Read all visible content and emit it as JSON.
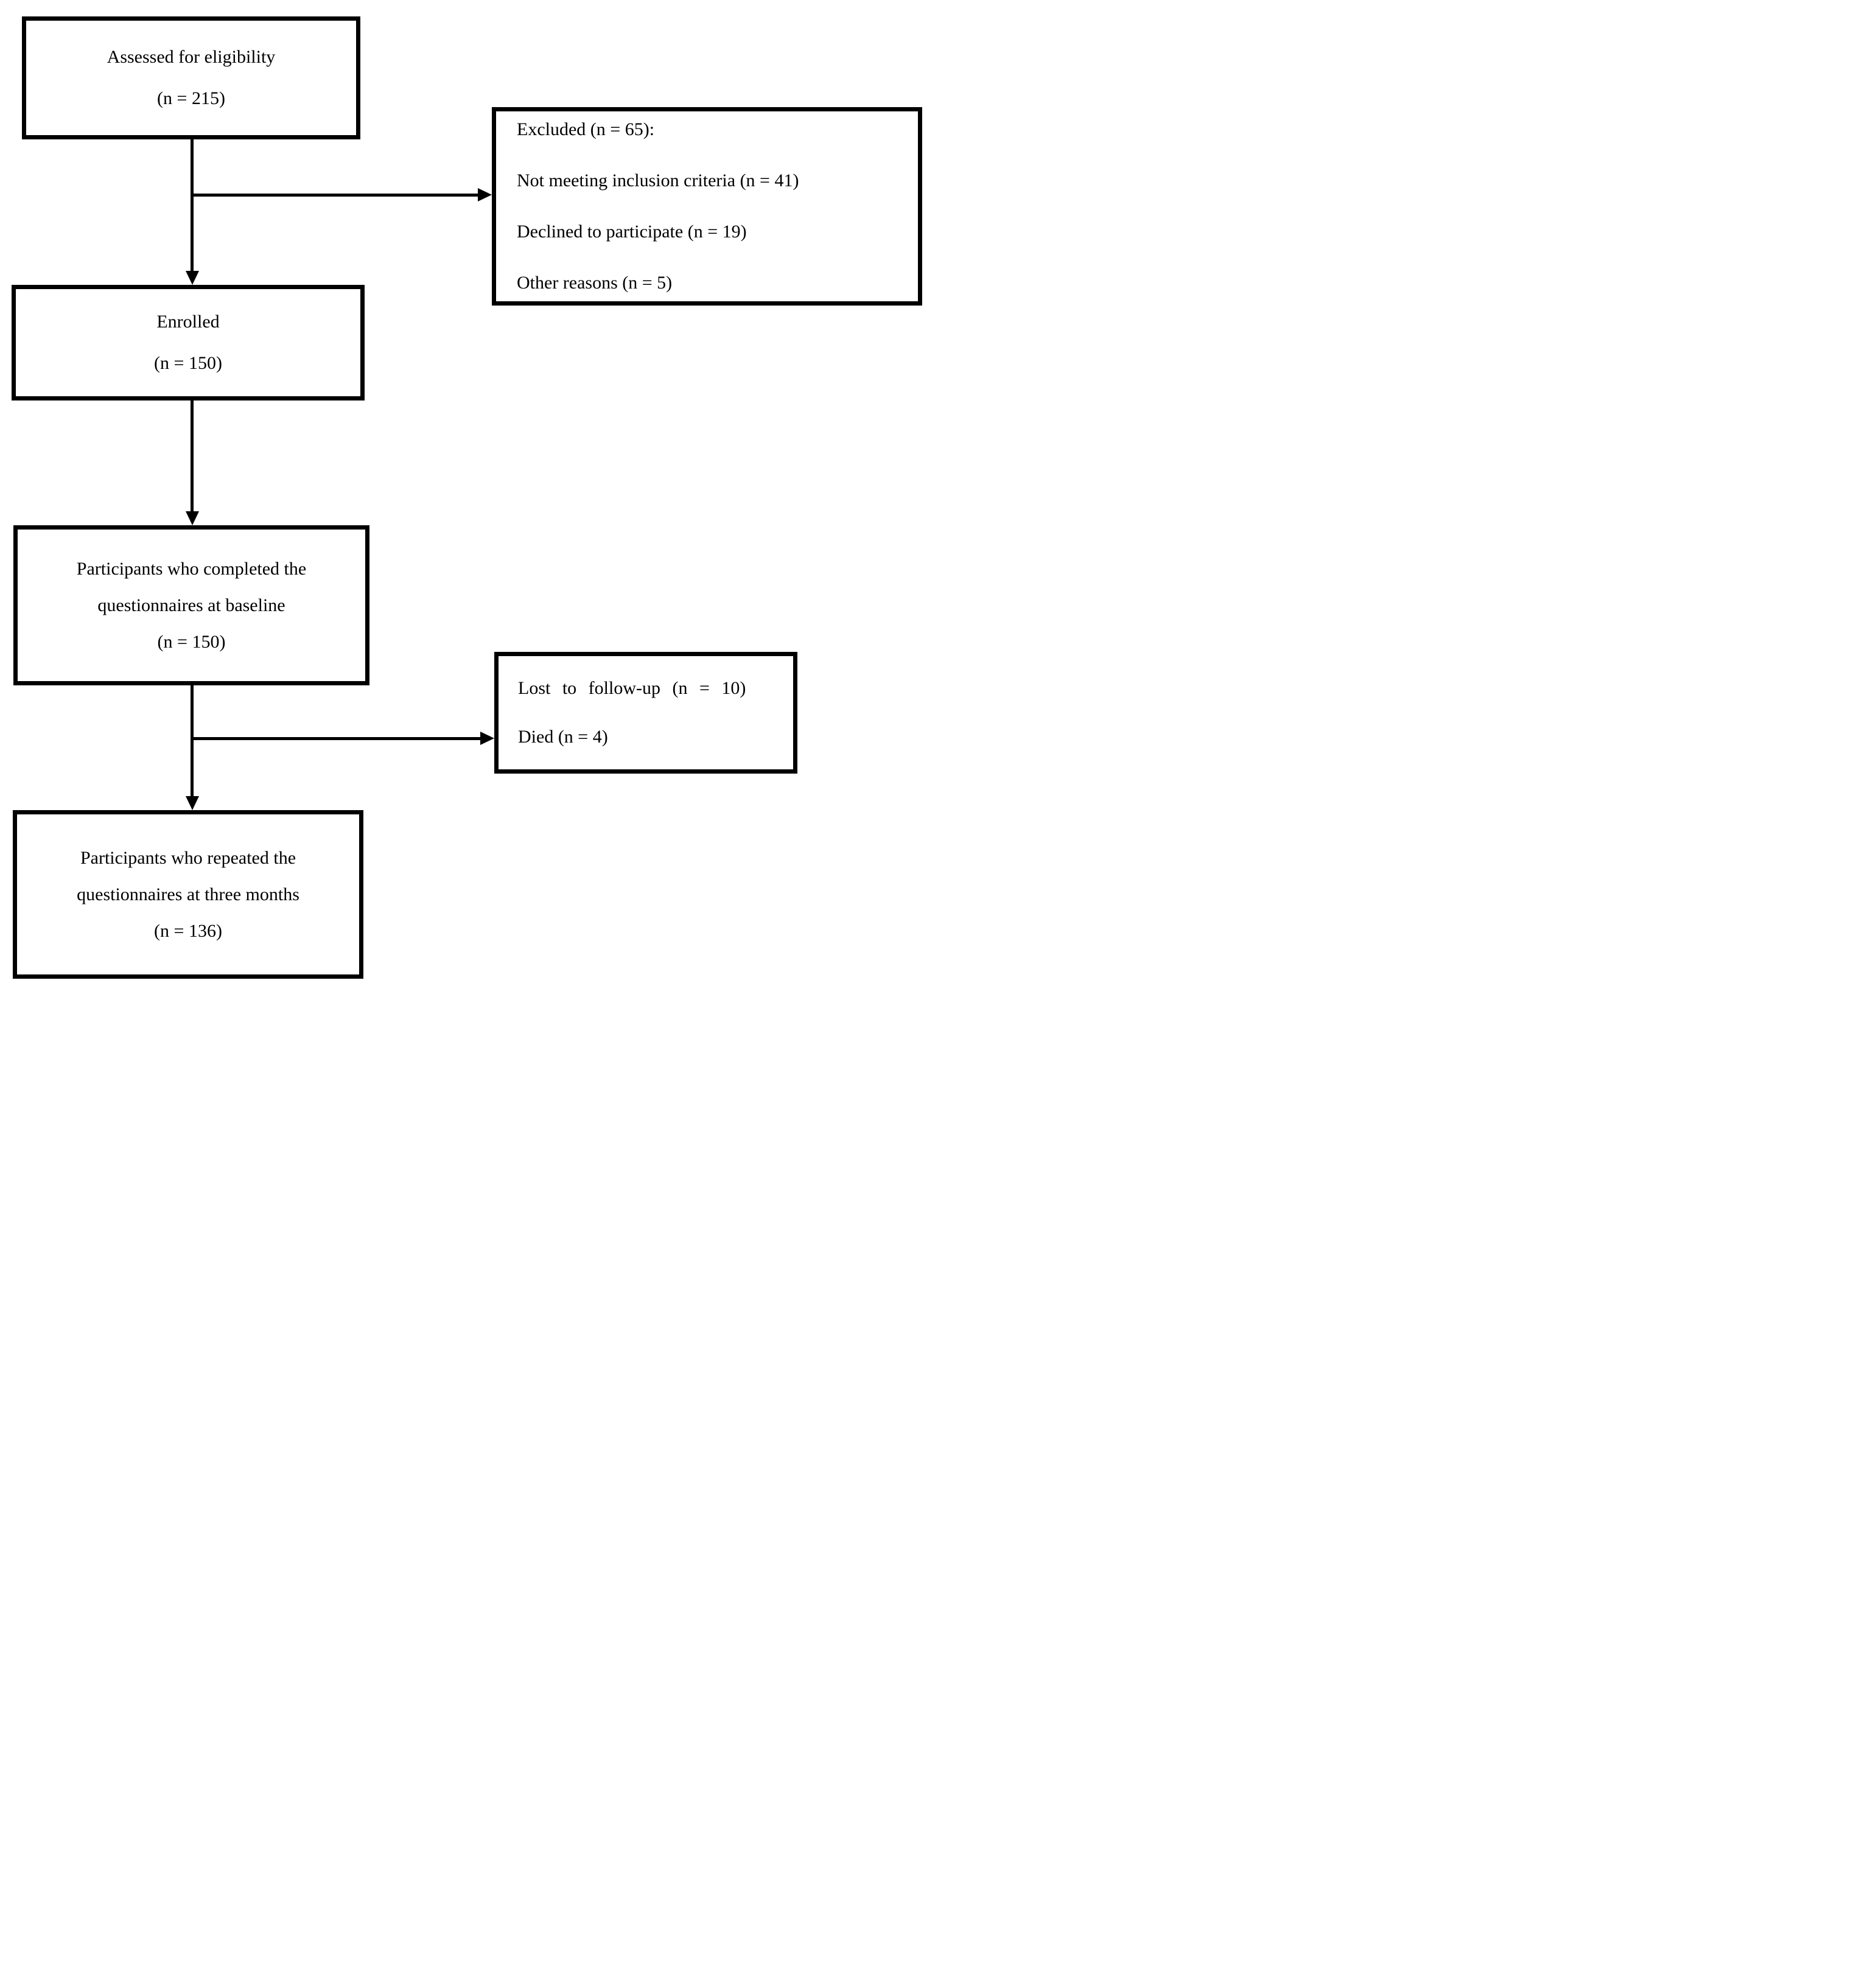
{
  "diagram": {
    "type": "flowchart",
    "description": "Participant flow diagram",
    "colors": {
      "background": "#ffffff",
      "box_border": "#000000",
      "connector": "#000000",
      "text": "#000000"
    },
    "boxes": {
      "assessed": {
        "lines": [
          "Assessed for eligibility",
          "(n = 215)"
        ]
      },
      "excluded": {
        "lines": [
          "Excluded (n = 65):",
          "Not meeting inclusion criteria (n = 41)",
          "Declined to participate (n = 19)",
          "Other reasons (n = 5)"
        ]
      },
      "enrolled": {
        "lines": [
          "Enrolled",
          "(n = 150)"
        ]
      },
      "baseline": {
        "lines": [
          "Participants who completed the",
          "questionnaires at baseline",
          "(n = 150)"
        ]
      },
      "lost_followup": {
        "lines": [
          "Lost to follow-up (n = 10)",
          "Died (n = 4)"
        ]
      },
      "three_months": {
        "lines": [
          "Participants who repeated the",
          "questionnaires at three months",
          "(n = 136)"
        ]
      }
    },
    "edges": [
      {
        "from": "assessed",
        "to": "enrolled"
      },
      {
        "from": "assessed",
        "to": "excluded"
      },
      {
        "from": "enrolled",
        "to": "baseline"
      },
      {
        "from": "baseline",
        "to": "lost_followup"
      },
      {
        "from": "baseline",
        "to": "three_months"
      }
    ]
  }
}
